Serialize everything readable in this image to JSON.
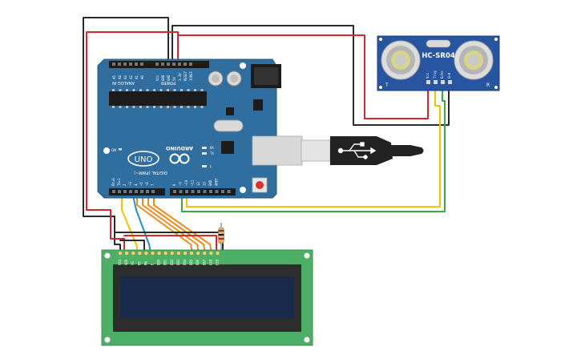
{
  "arduino": {
    "brand": "ARDUINO",
    "model": "UNO",
    "power_header": "POWER",
    "analog_header": "ANALOG IN",
    "digital_header": "DIGITAL (PWM~)",
    "analog_pins": [
      "A0",
      "A1",
      "A2",
      "A3",
      "A4",
      "A5"
    ],
    "power_pins": [
      "IOREF",
      "RESET",
      "3.3V",
      "5V",
      "GND",
      "GND",
      "Vin"
    ],
    "digital_pins_high": [
      "AREF",
      "GND",
      "13",
      "12",
      "~11",
      "~10",
      "~9",
      "8"
    ],
    "digital_pins_low": [
      "7",
      "~6",
      "~5",
      "4",
      "~3",
      "2",
      "TX▸1",
      "RX◂0"
    ],
    "leds": [
      "RX",
      "TX",
      "L"
    ],
    "on_label": "ON"
  },
  "sensor": {
    "model": "HC-SR04",
    "pins": [
      "Vcc",
      "Trig",
      "Echo",
      "Gnd"
    ],
    "side_left": "T",
    "side_right": "R"
  },
  "lcd": {
    "pins": [
      "VSS",
      "VDD",
      "V0",
      "RS",
      "RW",
      "E",
      "DB0",
      "DB1",
      "DB2",
      "DB3",
      "DB4",
      "DB5",
      "DB6",
      "DB7",
      "LED",
      "LED"
    ]
  },
  "colors": {
    "board_blue": "#2f6e9e",
    "wire_red": "#d7262b",
    "wire_black": "#2b2b2b",
    "wire_yellow": "#f2c300",
    "wire_green": "#3aa845",
    "wire_orange": "#f08a1c",
    "wire_blue": "#1f8fd0",
    "lcd_green": "#4caf65",
    "lcd_screen": "#1a2a4a"
  }
}
